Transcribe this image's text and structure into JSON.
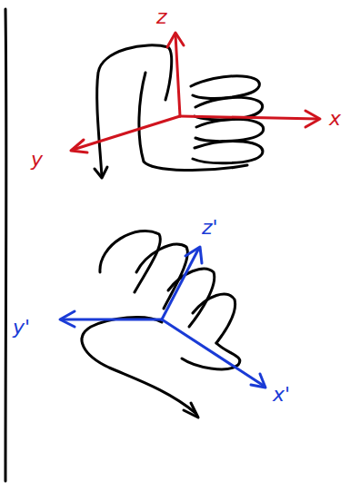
{
  "diagram": {
    "labels": [
      "z",
      "x",
      "y",
      "z'",
      "y'",
      "x'"
    ]
  }
}
